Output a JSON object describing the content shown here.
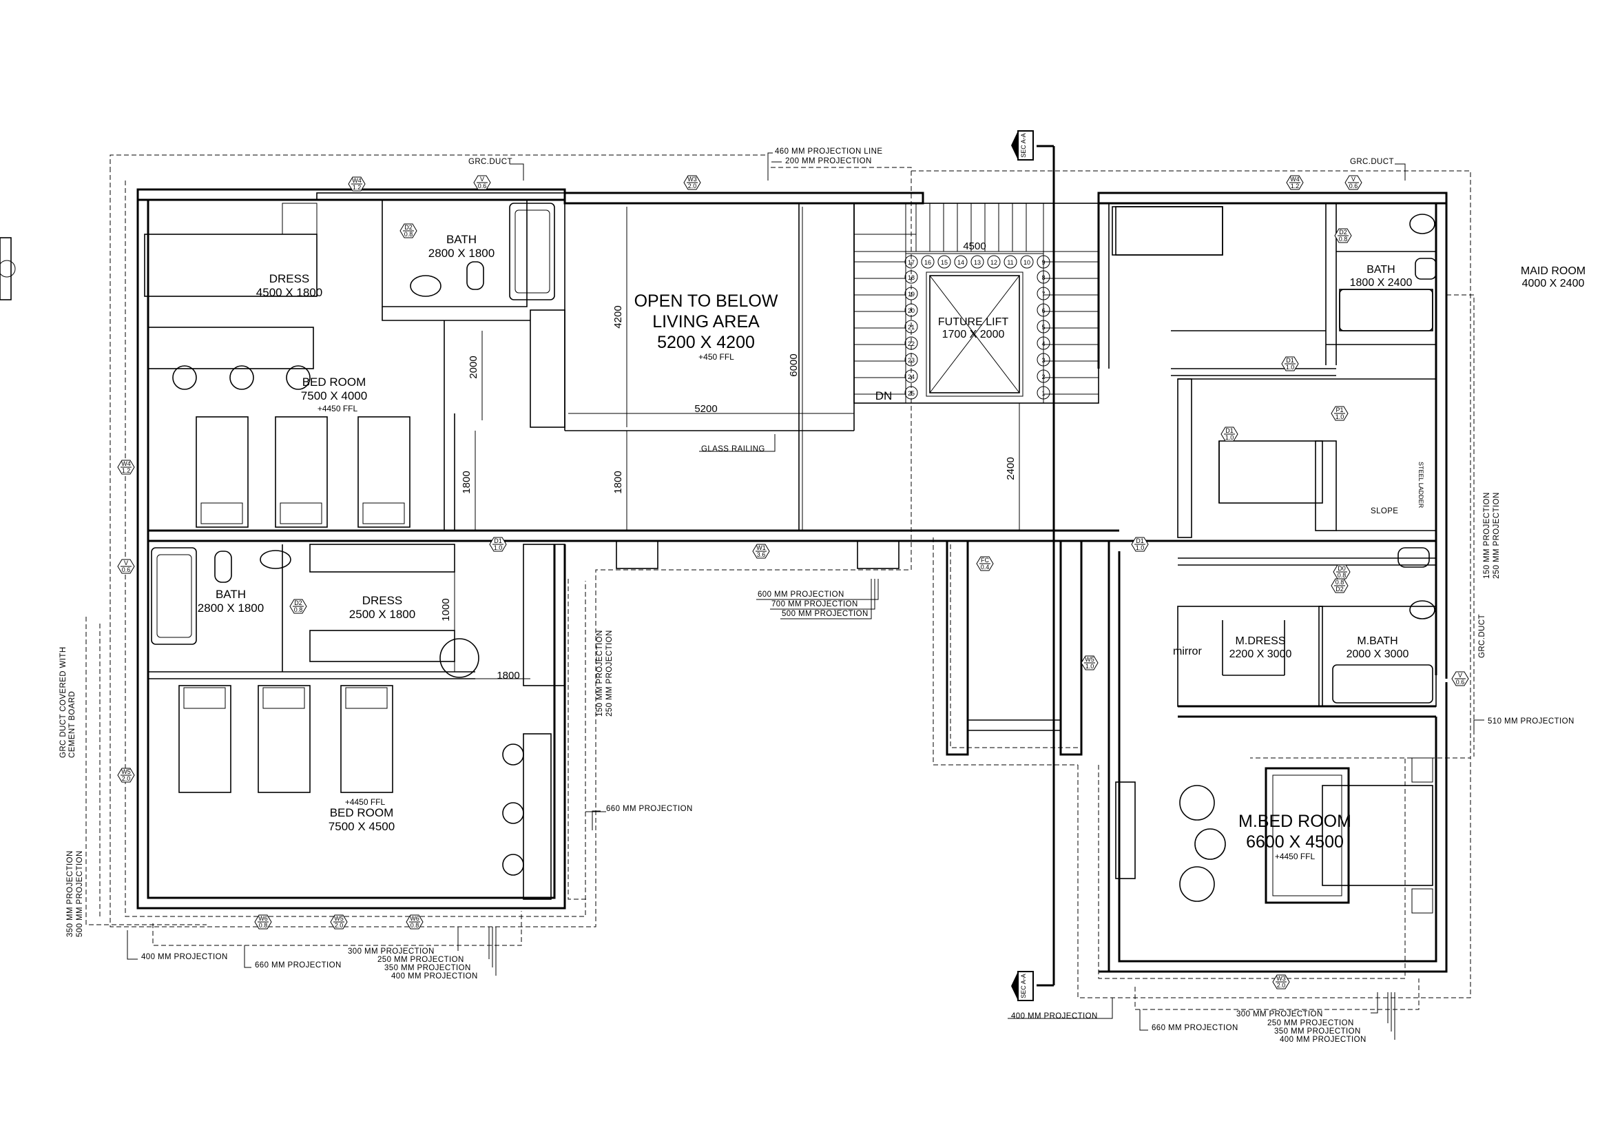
{
  "rooms": {
    "dress_top": {
      "name": "DRESS",
      "size": "4500 X 1800"
    },
    "bath_top": {
      "name": "BATH",
      "size": "2800 X 1800"
    },
    "bedroom_top": {
      "name": "BED ROOM",
      "size": "7500 X 4000",
      "level": "+4450 FFL"
    },
    "bath_left": {
      "name": "BATH",
      "size": "2800 X 1800"
    },
    "dress_left": {
      "name": "DRESS",
      "size": "2500 X 1800"
    },
    "bedroom_bottom": {
      "name": "BED ROOM",
      "size": "7500 X 4500",
      "level": "+4450 FFL"
    },
    "open_to_below": {
      "line1": "OPEN TO BELOW",
      "line2": "LIVING AREA",
      "size": "5200 X 4200",
      "level": "+450 FFL"
    },
    "future_lift": {
      "name": "FUTURE LIFT",
      "size": "1700 X 2000"
    },
    "maid_room": {
      "name": "MAID ROOM",
      "size": "4000 X 2400"
    },
    "bath_right": {
      "name": "BATH",
      "size": "1800 X 2400"
    },
    "m_dress": {
      "name": "M.DRESS",
      "size": "2200 X 3000"
    },
    "m_bath": {
      "name": "M.BATH",
      "size": "2000 X 3000"
    },
    "m_bedroom": {
      "name": "M.BED ROOM",
      "size": "6600 X 4500",
      "level": "+4450 FFL"
    }
  },
  "dimensions": {
    "d4500": "4500",
    "d4200": "4200",
    "d6000": "6000",
    "d5200": "5200",
    "d2000": "2000",
    "d1800a": "1800",
    "d1800b": "1800",
    "d1800c": "1800",
    "d1000": "1000",
    "d2400": "2400"
  },
  "stairs": {
    "top_row": [
      "17",
      "16",
      "15",
      "14",
      "13",
      "12",
      "11",
      "10",
      "9"
    ],
    "left_col": [
      "18",
      "19",
      "20",
      "21",
      "22",
      "23",
      "24",
      "25"
    ],
    "right_col": [
      "8",
      "7",
      "6",
      "5",
      "4",
      "3",
      "2",
      "1"
    ],
    "dn": "DN"
  },
  "labels": {
    "projection_460": "460 MM PROJECTION LINE",
    "projection_200": "200 MM PROJECTION",
    "grc_duct_1": "GRC.DUCT",
    "grc_duct_2": "GRC.DUCT",
    "grc_duct_3": "GRC.DUCT",
    "glass_railing": "GLASS RAILING",
    "slope": "SLOPE",
    "steel_ladder": "STEEL LADDER",
    "mirror": "mirror",
    "grc_covered_1": "GRC DUCT COVERED WITH",
    "grc_covered_2": "CEMENT BOARD",
    "proj_350_left": "350 MM PROJECTION",
    "proj_500_left": "500 MM PROJECTION",
    "proj_600_mid": "600 MM PROJECTION",
    "proj_700_mid": "700 MM PROJECTION",
    "proj_500_mid": "500 MM PROJECTION",
    "proj_150_mid": "150 MM PROJECTION",
    "proj_250_mid": "250 MM PROJECTION",
    "proj_660_mid": "660 MM PROJECTION",
    "proj_400_bl": "400 MM PROJECTION",
    "proj_660_bl": "660 MM PROJECTION",
    "proj_300_bl": "300 MM PROJECTION",
    "proj_250_bl": "250 MM PROJECTION",
    "proj_350_bl": "350 MM PROJECTION",
    "proj_400_bl2": "400 MM PROJECTION",
    "proj_150_r": "150 MM PROJECTION",
    "proj_250_r": "250 MM PROJECTION",
    "proj_510_r": "510 MM PROJECTION",
    "proj_400_br": "400 MM PROJECTION",
    "proj_660_br": "660 MM PROJECTION",
    "proj_300_br": "300 MM PROJECTION",
    "proj_250_br": "250 MM PROJECTION",
    "proj_350_br": "350 MM PROJECTION",
    "proj_400_br2": "400 MM PROJECTION"
  },
  "section_marker": {
    "top": "SEC A-A",
    "bottom": "SEC A-A"
  },
  "tags": {
    "w4_top": [
      "W4",
      "1.2"
    ],
    "v_top": [
      "V",
      "0.6"
    ],
    "w3_top": [
      "W3",
      "2.0"
    ],
    "w4_topr": [
      "W4",
      "1.2"
    ],
    "v_topr": [
      "V",
      "0.6"
    ],
    "d2_bath": [
      "D2",
      "0.8"
    ],
    "d2_dress": [
      "D2",
      "0.8"
    ],
    "d2_r": [
      "D2",
      "0.8"
    ],
    "w4_left": [
      "W4",
      "1.2"
    ],
    "v_left": [
      "V",
      "0.6"
    ],
    "w5_left": [
      "W5",
      "2.0"
    ],
    "w1_mid": [
      "W1",
      "3.6"
    ],
    "fc": [
      "FC",
      "0.4"
    ],
    "d1_a": [
      "D1",
      "1.0"
    ],
    "d1_b": [
      "D1",
      "1.0"
    ],
    "d1_c": [
      "D1",
      "1.0"
    ],
    "d1_d": [
      "D1",
      "1.0"
    ],
    "p1": [
      "P1",
      "1.0"
    ],
    "d0": [
      "D0",
      "0.8"
    ],
    "d08": [
      "0.8",
      "D2"
    ],
    "w5_r": [
      "W5",
      "1.0"
    ],
    "v_r": [
      "V",
      "0.6"
    ],
    "w6_b": [
      "W6",
      "0.8"
    ],
    "w5_b": [
      "W5",
      "2.0"
    ],
    "w6_b2": [
      "W6",
      "0.8"
    ],
    "w3_br": [
      "W3",
      "2.0"
    ]
  }
}
